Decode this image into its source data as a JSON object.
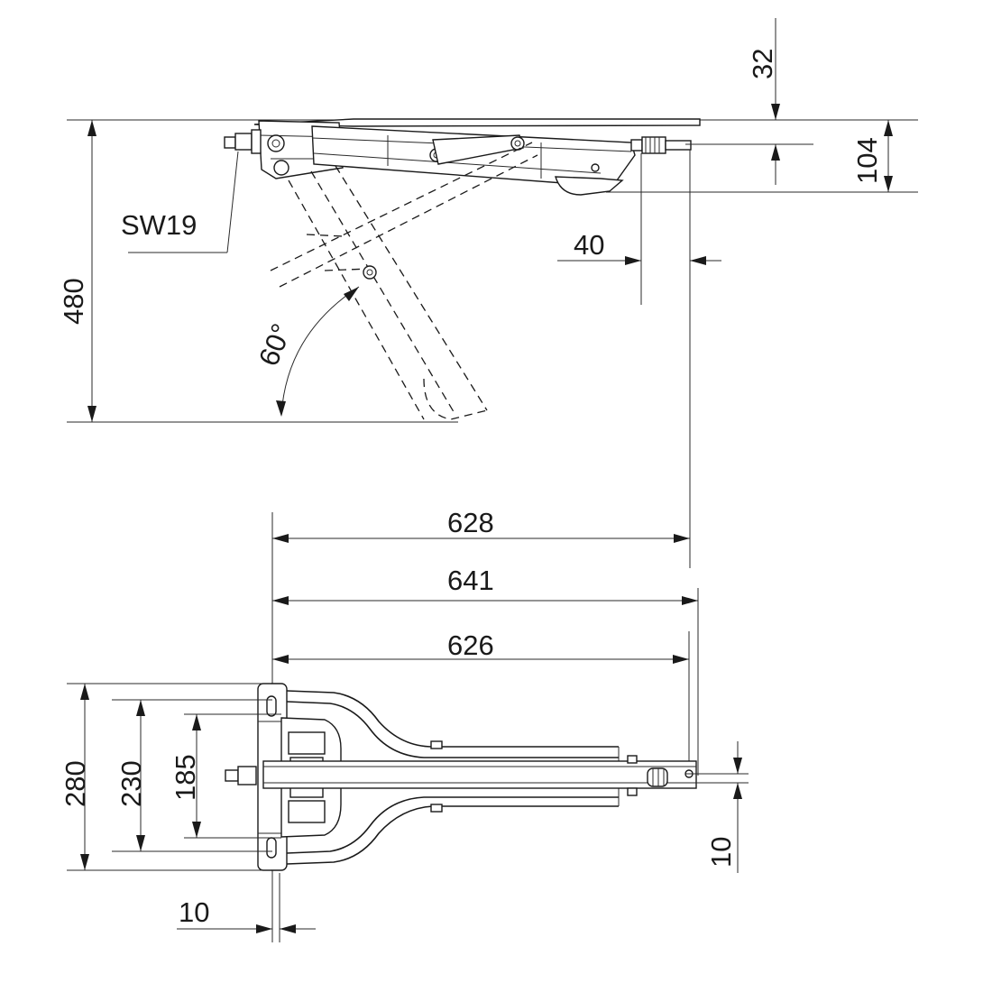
{
  "labels": {
    "dim_32": "32",
    "dim_104": "104",
    "dim_480": "480",
    "dim_40": "40",
    "label_sw19": "SW19",
    "angle_60": "60°",
    "dim_628": "628",
    "dim_641": "641",
    "dim_626": "626",
    "dim_280": "280",
    "dim_230": "230",
    "dim_185": "185",
    "dim_10_right": "10",
    "dim_10_bottom": "10"
  },
  "colors": {
    "line": "#1a1a1a",
    "background": "#ffffff"
  }
}
